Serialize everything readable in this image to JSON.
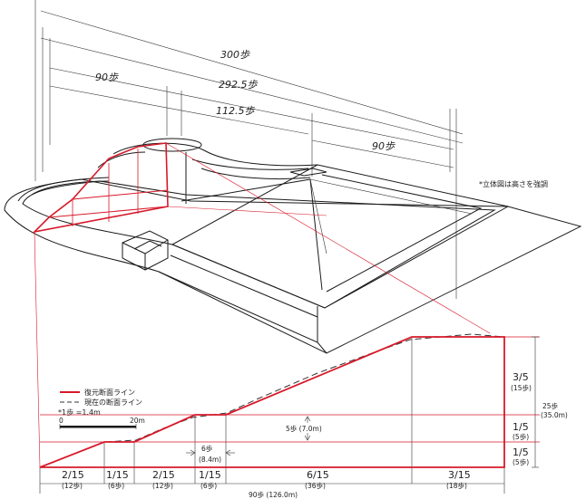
{
  "note_exaggeration": "*立体図は高さを強調",
  "perspective_dims": {
    "d300": "300歩",
    "d292": "292.5歩",
    "d112": "112.5歩",
    "d90_left": "90歩",
    "d90_right": "90歩"
  },
  "legend": {
    "restored": "復元断面ライン",
    "current": "現在の断面ライン",
    "unit": "*1歩 =1.4m",
    "scale_zero": "0",
    "scale_end": "20m"
  },
  "section": {
    "bottom": [
      {
        "frac": "2/15",
        "sub": "(12歩)"
      },
      {
        "frac": "1/15",
        "sub": "(6歩)"
      },
      {
        "frac": "2/15",
        "sub": "(12歩)"
      },
      {
        "frac": "1/15",
        "sub": "(6歩)"
      },
      {
        "frac": "6/15",
        "sub": "(36歩)"
      },
      {
        "frac": "3/15",
        "sub": "(18歩)"
      }
    ],
    "total": "90歩 (126.0m)",
    "right": [
      {
        "frac": "3/5",
        "sub": "(15歩)"
      },
      {
        "frac": "1/5",
        "sub": "(5歩)"
      },
      {
        "frac": "1/5",
        "sub": "(5歩)"
      }
    ],
    "height_total": "25歩",
    "height_total_m": "(35.0m)",
    "inner_height": "5歩 (7.0m)",
    "inner_width": "6歩",
    "inner_width_m": "(8.4m)"
  },
  "colors": {
    "restored": "#d7192a",
    "current": "#333333",
    "line": "#1a1a1a"
  }
}
